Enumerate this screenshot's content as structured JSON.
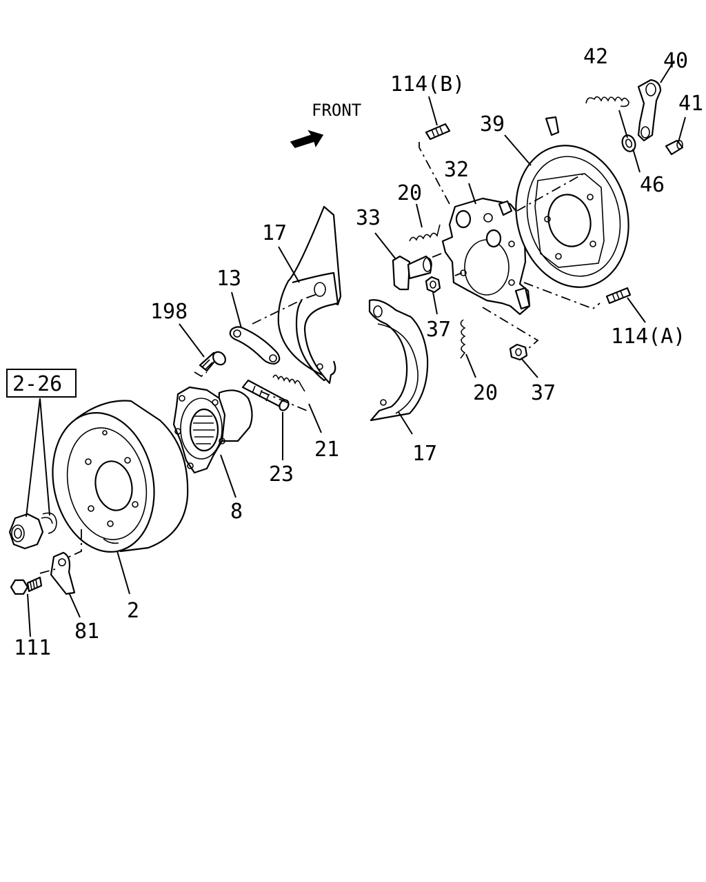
{
  "diagram": {
    "front_label": "FRONT",
    "labels": {
      "p114b": "114(B)",
      "p114a": "114(A)",
      "p42": "42",
      "p40": "40",
      "p41": "41",
      "p39": "39",
      "p46": "46",
      "p32": "32",
      "p20_top": "20",
      "p20_bottom": "20",
      "p33": "33",
      "p37_left": "37",
      "p37_right": "37",
      "p17_top": "17",
      "p17_bottom": "17",
      "p13": "13",
      "p198": "198",
      "p21": "21",
      "p23": "23",
      "p8": "8",
      "p2": "2",
      "p81": "81",
      "p111": "111",
      "p226": "2-26"
    }
  }
}
